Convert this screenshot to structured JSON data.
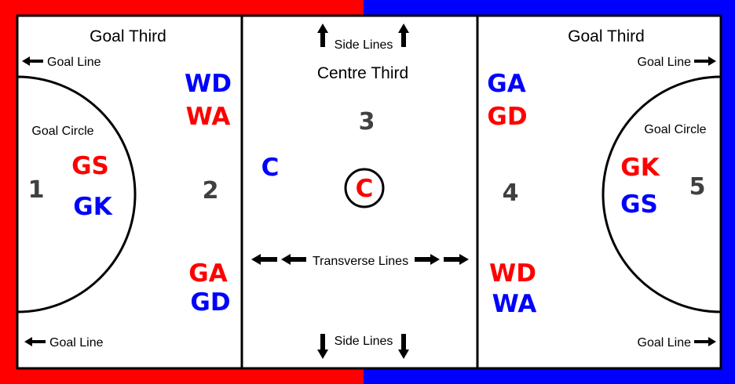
{
  "colors": {
    "red_team": "#ff0000",
    "blue_team": "#0000ff",
    "lines": "#000000",
    "court": "#ffffff",
    "numbers": "#404040"
  },
  "thirds": {
    "left": "Goal Third",
    "centre": "Centre Third",
    "right": "Goal Third"
  },
  "lines": {
    "goal_line": "Goal Line",
    "side_lines": "Side Lines",
    "transverse_lines": "Transverse Lines",
    "goal_circle": "Goal Circle"
  },
  "zones": {
    "z1": "1",
    "z2": "2",
    "z3": "3",
    "z4": "4",
    "z5": "5"
  },
  "positions": {
    "left_circle_red": "GS",
    "left_circle_blue": "GK",
    "zone2_top_blue": "WD",
    "zone2_top_red": "WA",
    "zone2_bottom_red": "GA",
    "zone2_bottom_blue": "GD",
    "centre_blue": "C",
    "centre_red": "C",
    "zone4_top_blue": "GA",
    "zone4_top_red": "GD",
    "zone4_bottom_red": "WD",
    "zone4_bottom_blue": "WA",
    "right_circle_red": "GK",
    "right_circle_blue": "GS"
  },
  "icons": {
    "arrow": "arrow-icon"
  }
}
